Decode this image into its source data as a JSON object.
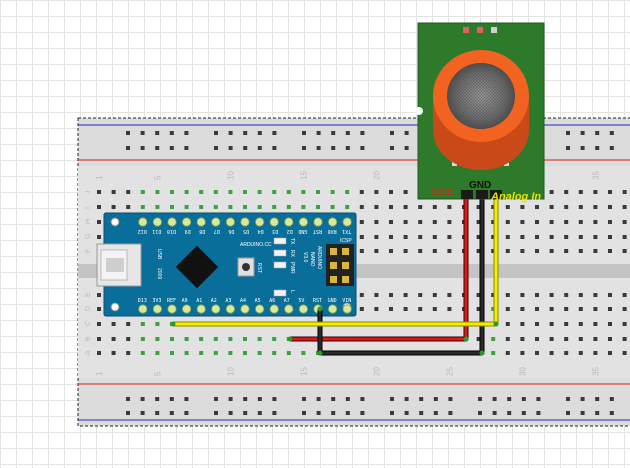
{
  "breadboard": {
    "column_numbers": [
      "1",
      "5",
      "10",
      "15",
      "20",
      "25",
      "30",
      "35"
    ],
    "row_letters_top": [
      "J",
      "I",
      "H",
      "G",
      "F"
    ],
    "row_letters_bottom": [
      "E",
      "D",
      "C",
      "B",
      "A"
    ]
  },
  "arduino": {
    "pins_top": [
      "D12",
      "D11",
      "D10",
      "D9",
      "D8",
      "D7",
      "D6",
      "D5",
      "D4",
      "D3",
      "D2",
      "GND",
      "RST",
      "RX0",
      "TX1"
    ],
    "pins_bottom": [
      "D13",
      "3V3",
      "REF",
      "A0",
      "A1",
      "A2",
      "A3",
      "A4",
      "A5",
      "A6",
      "A7",
      "5V",
      "RST",
      "GND",
      "VIN"
    ],
    "usb_label": "USB",
    "brand": "ARDUINO.CC",
    "model_lines": [
      "ARDUINO",
      "NANO",
      "V3.0"
    ],
    "icsp_label": "ICSP",
    "rst_label": "RST",
    "tx_label": "TX",
    "rx_label": "RX",
    "pwr_label": "PWR",
    "l_label": "L",
    "year": "2009"
  },
  "sensor": {
    "vcc_label": "VCC",
    "gnd_label": "GND",
    "analog_label": "Analog In"
  },
  "colors": {
    "breadboard": "#d8d8d8",
    "rail_red": "#d02020",
    "rail_blue": "#2828c8",
    "arduino_board": "#0a6e9a",
    "sensor_board": "#2c7a2a",
    "sensor_cap": "#f26322",
    "wire_red": "#e01818",
    "wire_black": "#111111",
    "wire_yellow": "#f4ee00",
    "hole_active": "#3ea03e"
  }
}
